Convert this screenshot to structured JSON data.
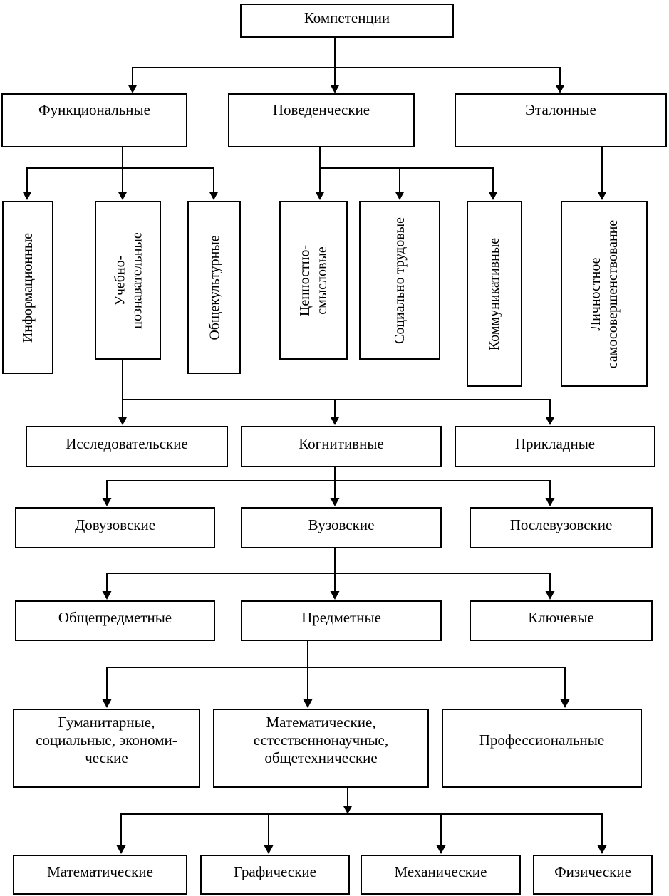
{
  "diagram_title": "Компетенции",
  "colors": {
    "line": "#000000",
    "box_fill": "#ffffff",
    "text": "#000000"
  },
  "nodes": {
    "root": "Компетенции",
    "functional": "Функциональные",
    "behavioral": "Поведенческие",
    "reference": "Эталонные",
    "informational": "Информационные",
    "edu_cognitive": "Учебно-\nпознавательные",
    "general_cultural": "Общекультурные",
    "value_semantic": "Ценностно-\nсмысловые",
    "social_labor": "Социально трудовые",
    "communicative": "Коммуникативные",
    "personal_improvement": "Личностное\nсамосовершенствование",
    "research": "Исследовательские",
    "cognitive": "Когнитивные",
    "applied": "Прикладные",
    "pre_university": "Довузовские",
    "university": "Вузовские",
    "post_university": "Послевузовские",
    "general_subject": "Общепредметные",
    "subject": "Предметные",
    "key": "Ключевые",
    "humanitarian": "Гуманитарные,\nсоциальные, экономи-\nческие",
    "math_natural": "Математические,\nестественнонаучные,\nобщетехнические",
    "professional": "Профессиональные",
    "mathematical": "Математические",
    "graphical": "Графические",
    "mechanical": "Механические",
    "physical": "Физические"
  }
}
